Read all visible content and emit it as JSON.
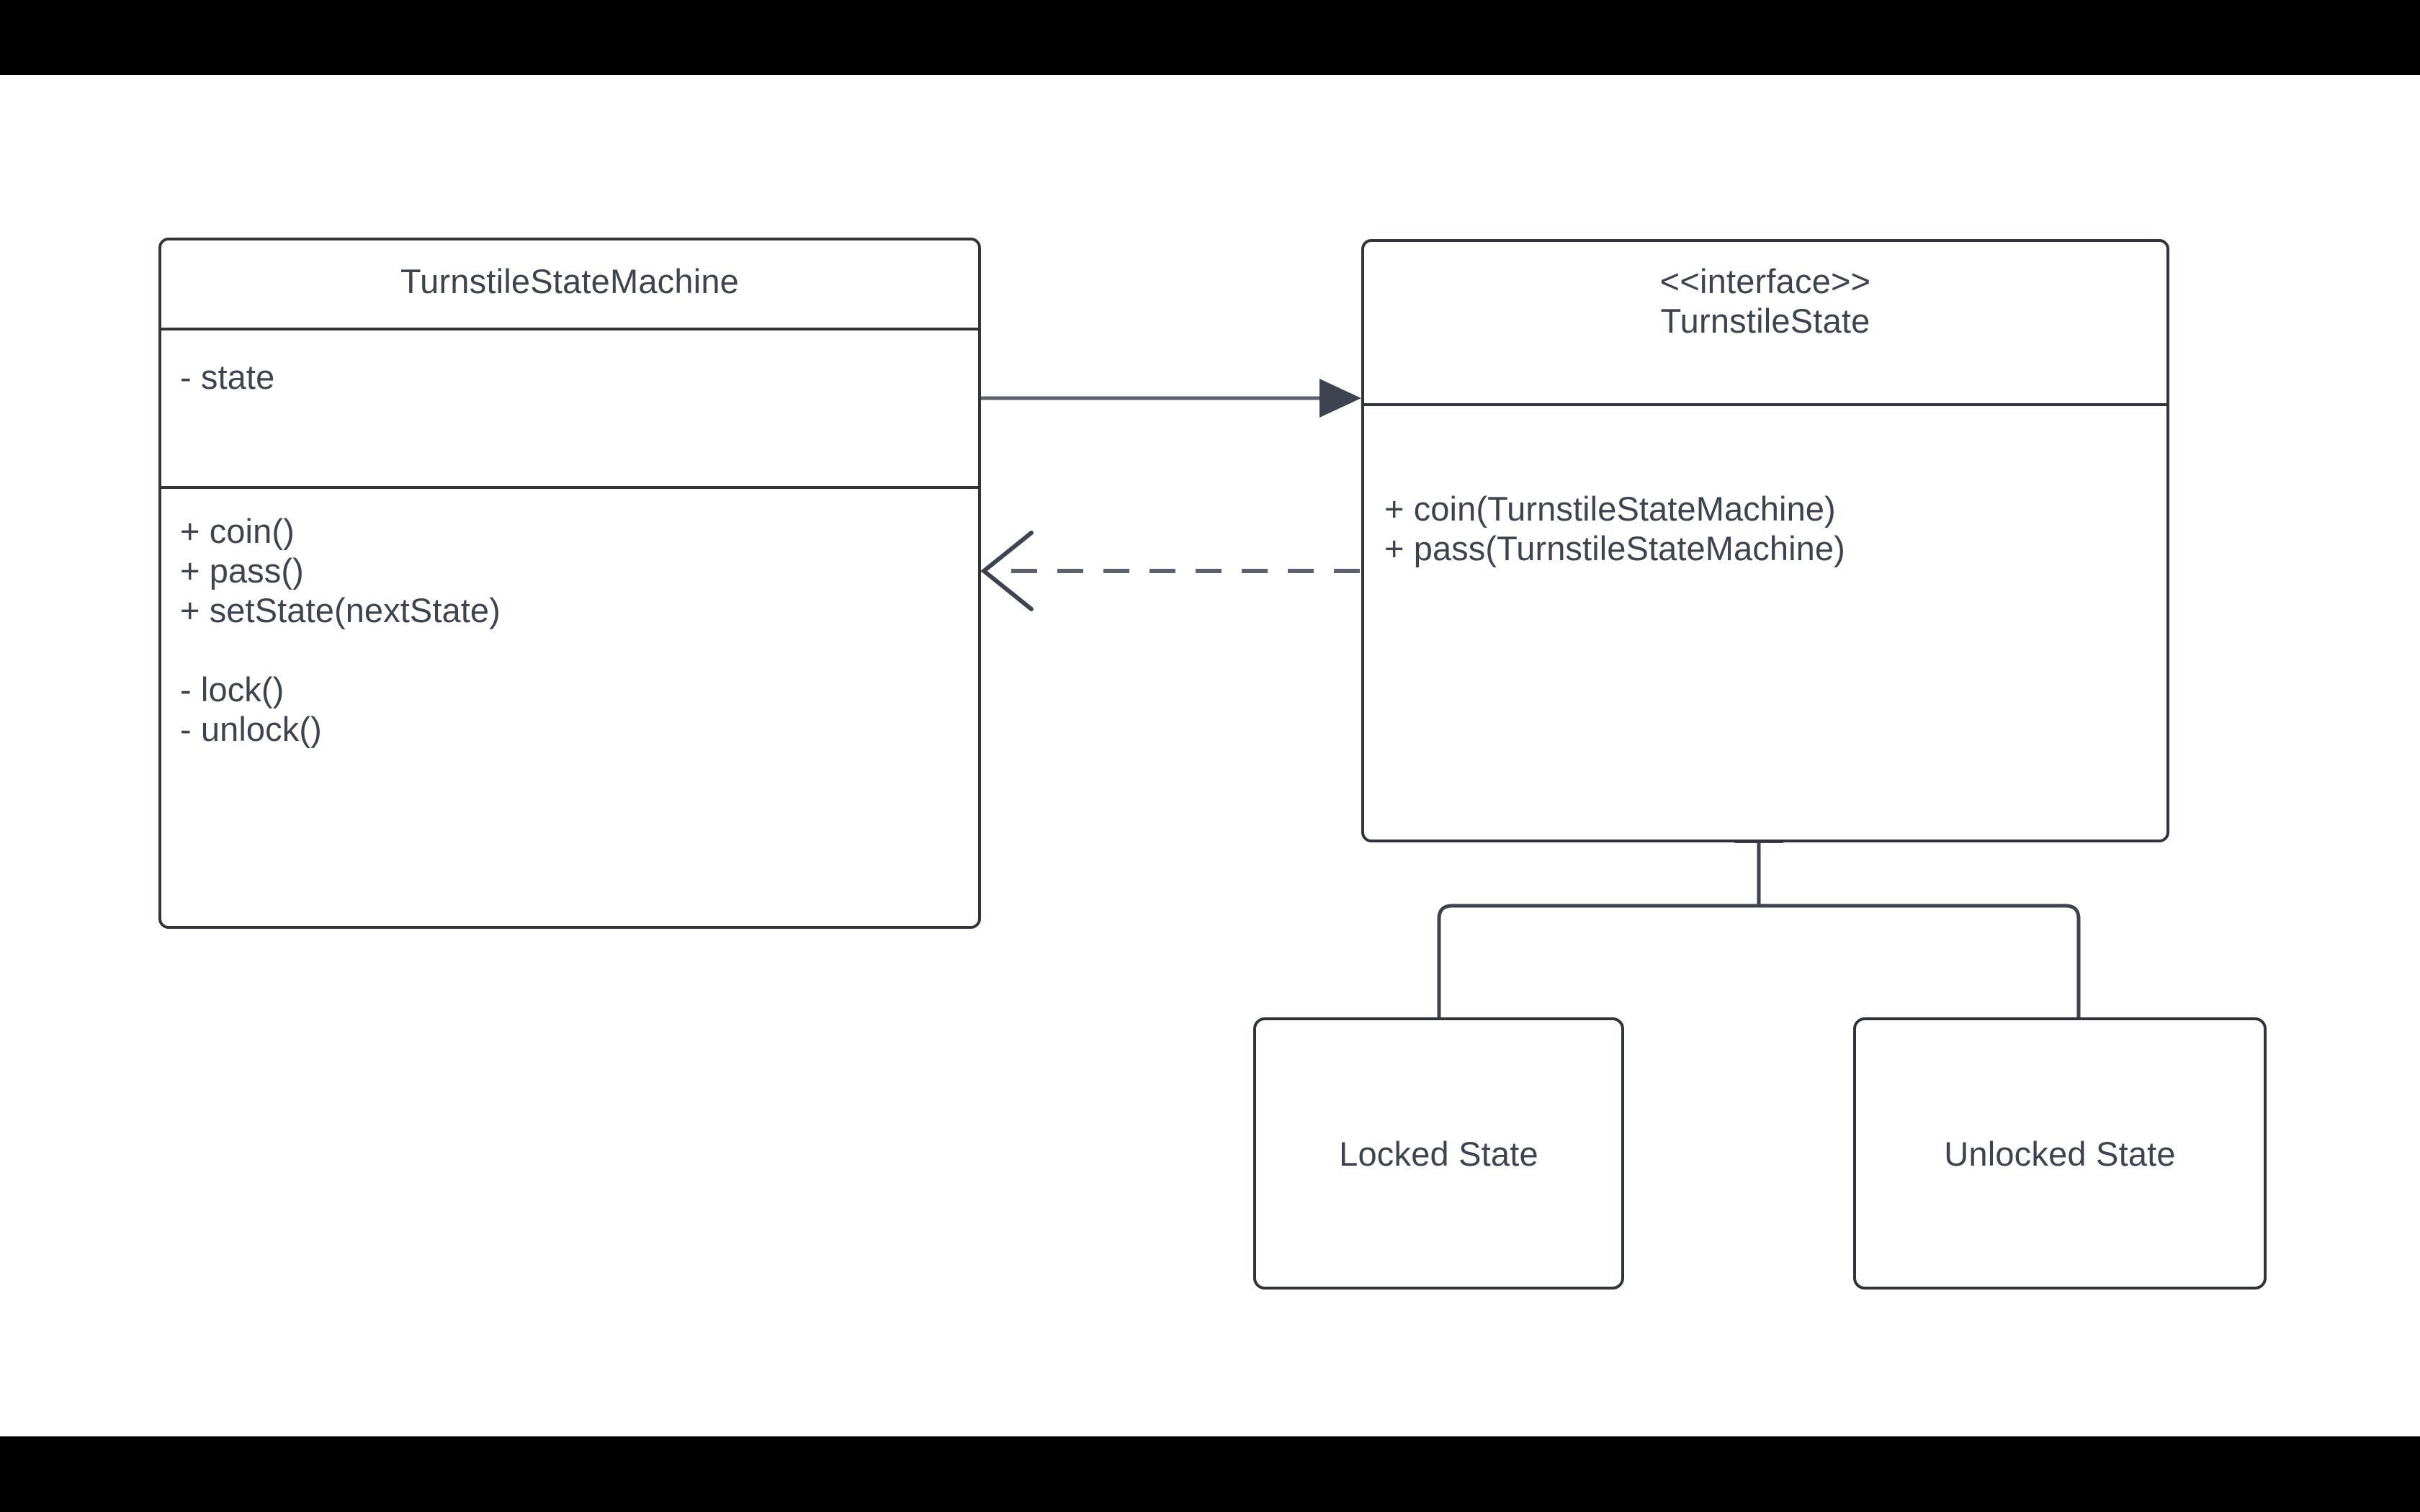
{
  "diagram": {
    "kind": "uml-class-diagram",
    "background_color": "#ffffff",
    "letterbox_color": "#000000",
    "stroke_color": "#31343c",
    "text_color": "#3d4450",
    "classes": [
      {
        "id": "turnstile-state-machine",
        "name": "TurnstileStateMachine",
        "stereotype": "",
        "attributes": "- state",
        "operations": "+ coin()\n+ pass()\n+ setState(nextState)\n\n- lock()\n- unlock()"
      },
      {
        "id": "turnstile-state",
        "stereotype": "<<interface>>",
        "name": "TurnstileState",
        "title_block": "<<interface>>\nTurnstileState",
        "operations": "+ coin(TurnstileStateMachine)\n+ pass(TurnstileStateMachine)"
      }
    ],
    "state_boxes": [
      {
        "id": "locked",
        "label": "Locked State"
      },
      {
        "id": "unlocked",
        "label": "Unlocked State"
      }
    ],
    "relationships": [
      {
        "id": "association",
        "type": "association",
        "line_style": "solid",
        "source": "TurnstileStateMachine",
        "source_decoration": "filled-circle",
        "target": "TurnstileState",
        "target_decoration": "filled-arrowhead"
      },
      {
        "id": "dependency",
        "type": "dependency",
        "line_style": "dashed",
        "source": "TurnstileState",
        "source_decoration": "none",
        "target": "TurnstileStateMachine",
        "target_decoration": "open-arrowhead"
      },
      {
        "id": "realization-locked",
        "type": "generalization",
        "line_style": "solid",
        "source": "Locked State",
        "target": "TurnstileState",
        "target_decoration": "hollow-triangle"
      },
      {
        "id": "realization-unlocked",
        "type": "generalization",
        "line_style": "solid",
        "source": "Unlocked State",
        "target": "TurnstileState",
        "target_decoration": "hollow-triangle"
      }
    ]
  }
}
